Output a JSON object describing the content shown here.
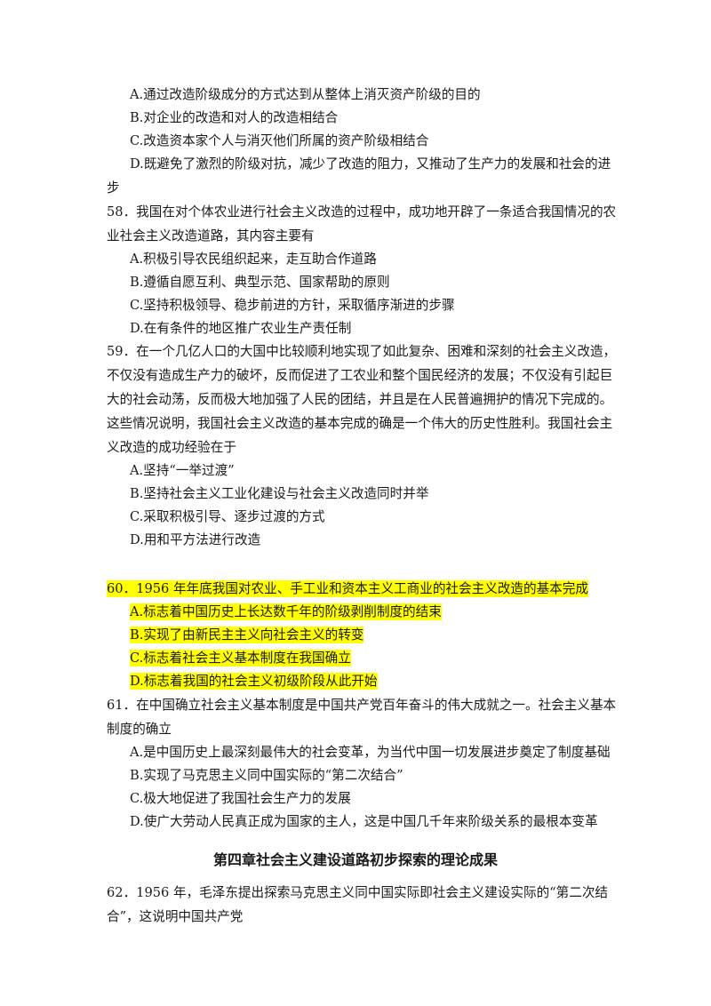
{
  "q57_tail": {
    "a": "A.通过改造阶级成分的方式达到从整体上消灭资产阶级的目的",
    "b": "B.对企业的改造和对人的改造相结合",
    "c": "C.改造资本家个人与消灭他们所属的资产阶级相结合",
    "d_line1": "D.既避免了激烈的阶级对抗，减少了改造的阻力，又推动了生产力的发展和社会的进",
    "d_line2": "步"
  },
  "q58": {
    "line1": "58．我国在对个体农业进行社会主义改造的过程中，成功地开辟了一条适合我国情况的农",
    "line2": "业社会主义改造道路，其内容主要有",
    "a": "A.积极引导农民组织起来，走互助合作道路",
    "b": "B.遵循自愿互利、典型示范、国家帮助的原则",
    "c": "C.坚持积极领导、稳步前进的方针，采取循序渐进的步骤",
    "d": "D.在有条件的地区推广农业生产责任制"
  },
  "q59": {
    "line1": "59．在一个几亿人口的大国中比较顺利地实现了如此复杂、困难和深刻的社会主义改造，",
    "line2": "不仅没有造成生产力的破坏，反而促进了工农业和整个国民经济的发展；不仅没有引起巨",
    "line3": "大的社会动荡，反而极大地加强了人民的团结，并且是在人民普遍拥护的情况下完成的。",
    "line4": "这些情况说明，我国社会主义改造的基本完成的确是一个伟大的历史性胜利。我国社会主",
    "line5": "义改造的成功经验在于",
    "a": "A.坚持“一举过渡”",
    "b": "B.坚持社会主义工业化建设与社会主义改造同时并举",
    "c": "C.采取积极引导、逐步过渡的方式",
    "d": "D.用和平方法进行改造"
  },
  "q60": {
    "line1": "60．1956 年年底我国对农业、手工业和资本主义工商业的社会主义改造的基本完成",
    "a": "A.标志着中国历史上长达数千年的阶级剥削制度的结束",
    "b": "B.实现了由新民主主义向社会主义的转变",
    "c": "C.标志着社会主义基本制度在我国确立",
    "d": "D.标志着我国的社会主义初级阶段从此开始",
    "highlight_color": "#ffff00"
  },
  "q61": {
    "line1": "61．在中国确立社会主义基本制度是中国共产党百年奋斗的伟大成就之一。社会主义基本",
    "line2": "制度的确立",
    "a": "A.是中国历史上最深刻最伟大的社会变革，为当代中国一切发展进步奠定了制度基础",
    "b": "B.实现了马克思主义同中国实际的“第二次结合”",
    "c": "C.极大地促进了我国社会生产力的发展",
    "d": "D.使广大劳动人民真正成为国家的主人，这是中国几千年来阶级关系的最根本变革"
  },
  "chapter_heading": "第四章社会主义建设道路初步探索的理论成果",
  "q62": {
    "line1": "62．1956 年，毛泽东提出探索马克思主义同中国实际即社会主义建设实际的“第二次结",
    "line2": "合”，这说明中国共产党"
  }
}
